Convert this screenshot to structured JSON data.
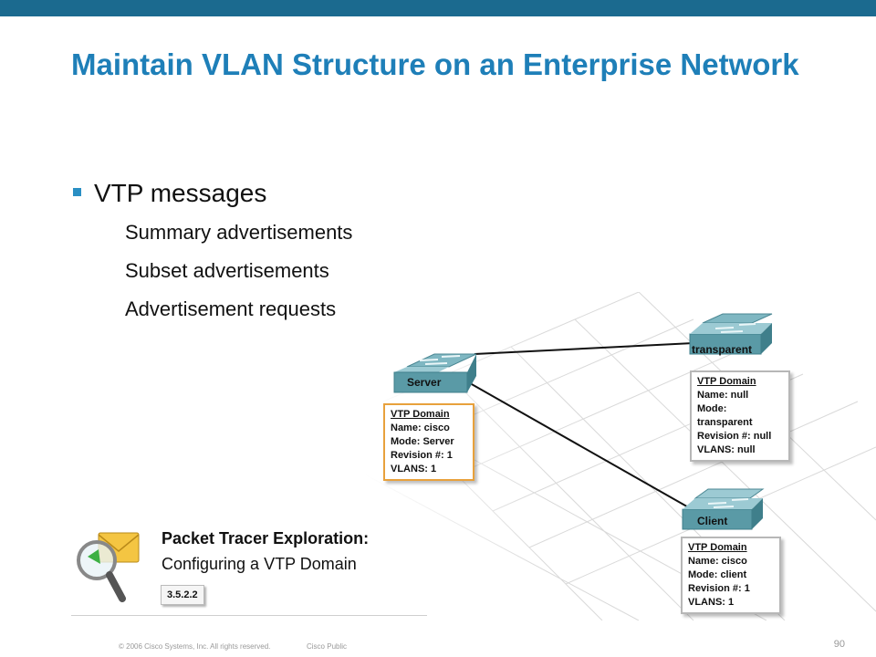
{
  "slide": {
    "title": "Maintain VLAN Structure on an Enterprise Network",
    "bullet": "VTP messages",
    "sub_items": [
      "Summary advertisements",
      "Subset advertisements",
      "Advertisement requests"
    ]
  },
  "diagram": {
    "devices": {
      "server": {
        "label": "Server",
        "info": [
          "VTP Domain",
          "Name: cisco",
          "Mode: Server",
          "Revision #: 1",
          "VLANS: 1"
        ]
      },
      "transparent": {
        "label": "transparent",
        "info": [
          "VTP Domain",
          "Name: null",
          "Mode: transparent",
          "Revision #: null",
          "VLANS: null"
        ]
      },
      "client": {
        "label": "Client",
        "info": [
          "VTP Domain",
          "Name: cisco",
          "Mode: client",
          "Revision #: 1",
          "VLANS: 1"
        ]
      }
    }
  },
  "packet_tracer": {
    "title": "Packet Tracer Exploration:",
    "subtitle": "Configuring a VTP Domain",
    "badge": "3.5.2.2"
  },
  "footer": {
    "copyright": "© 2006 Cisco Systems, Inc. All rights reserved.",
    "classification": "Cisco Public",
    "page_number": "90"
  },
  "colors": {
    "topbar": "#1b6a8f",
    "title": "#1e7fb8",
    "bullet": "#2a8fc4",
    "server_box": "#e8a13c",
    "switch": "#5a9aa6"
  }
}
